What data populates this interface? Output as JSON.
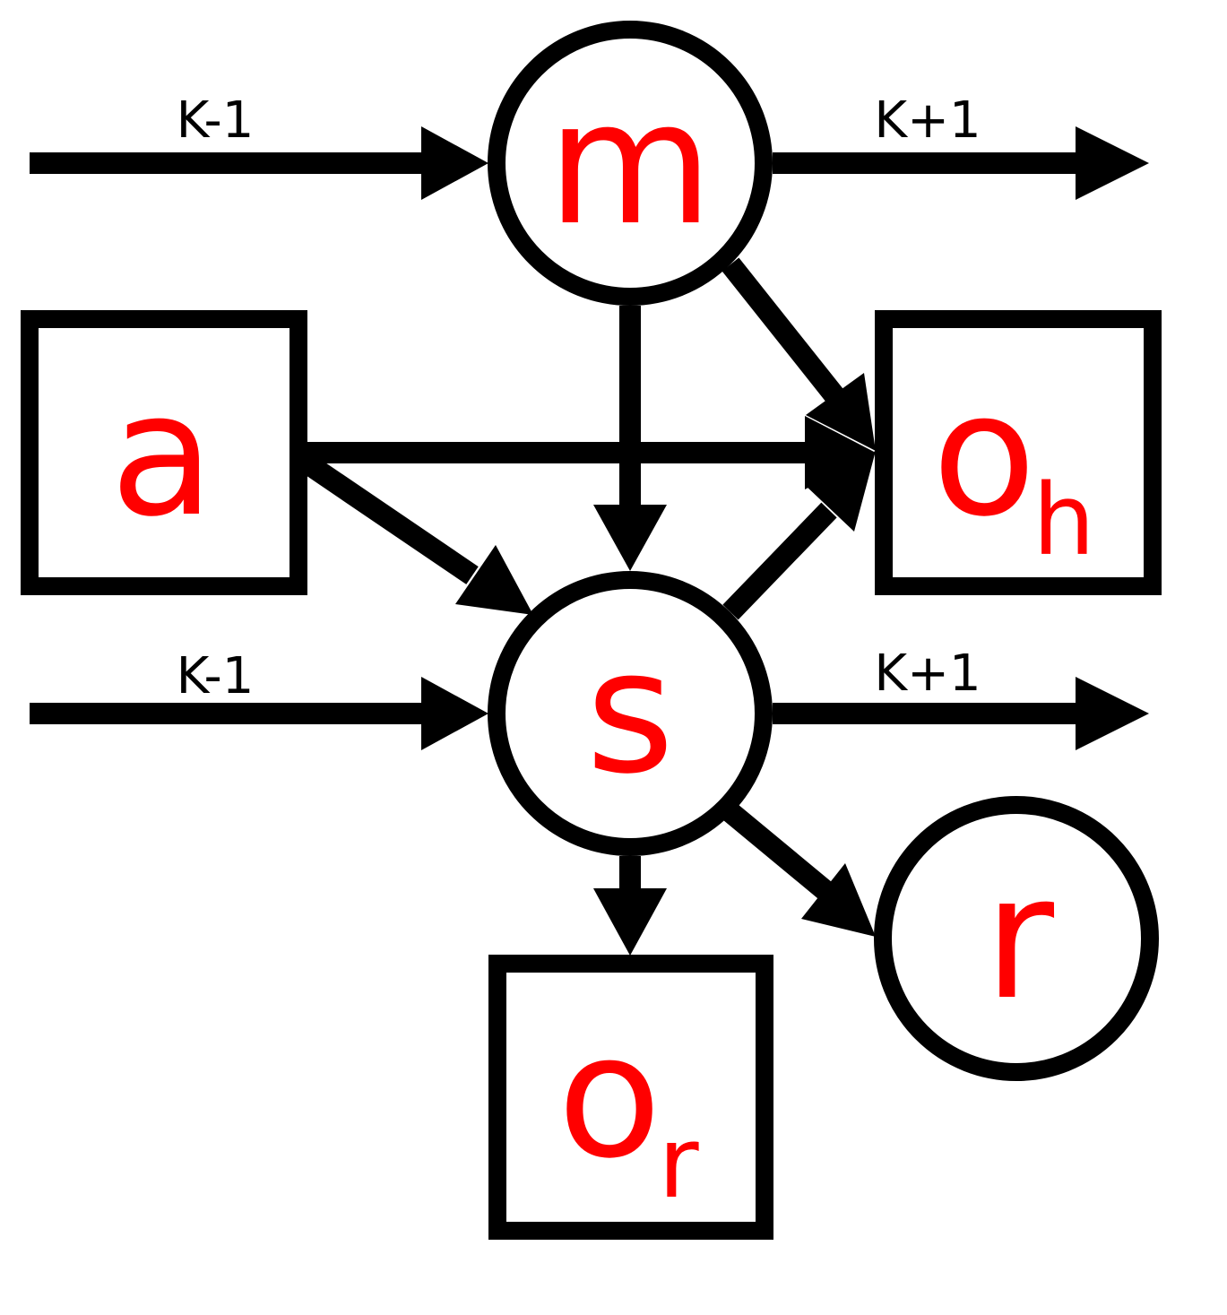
{
  "colors": {
    "node_label": "#ff0000",
    "stroke": "#000000",
    "background": "#ffffff"
  },
  "nodes": {
    "m": {
      "label": "m",
      "shape": "circle"
    },
    "a": {
      "label": "a",
      "shape": "square"
    },
    "o_h": {
      "label": "o",
      "subscript": "h",
      "shape": "square"
    },
    "s": {
      "label": "s",
      "shape": "circle"
    },
    "r": {
      "label": "r",
      "shape": "circle"
    },
    "o_r": {
      "label": "o",
      "subscript": "r",
      "shape": "square"
    }
  },
  "edge_labels": {
    "m_in": "K-1",
    "m_out": "K+1",
    "s_in": "K-1",
    "s_out": "K+1"
  },
  "edges": [
    {
      "from": "prev",
      "to": "m",
      "label": "K-1"
    },
    {
      "from": "m",
      "to": "next",
      "label": "K+1"
    },
    {
      "from": "m",
      "to": "s"
    },
    {
      "from": "m",
      "to": "o_h"
    },
    {
      "from": "a",
      "to": "o_h"
    },
    {
      "from": "a",
      "to": "s"
    },
    {
      "from": "s",
      "to": "o_h"
    },
    {
      "from": "prev",
      "to": "s",
      "label": "K-1"
    },
    {
      "from": "s",
      "to": "next",
      "label": "K+1"
    },
    {
      "from": "s",
      "to": "o_r"
    },
    {
      "from": "s",
      "to": "r"
    }
  ]
}
